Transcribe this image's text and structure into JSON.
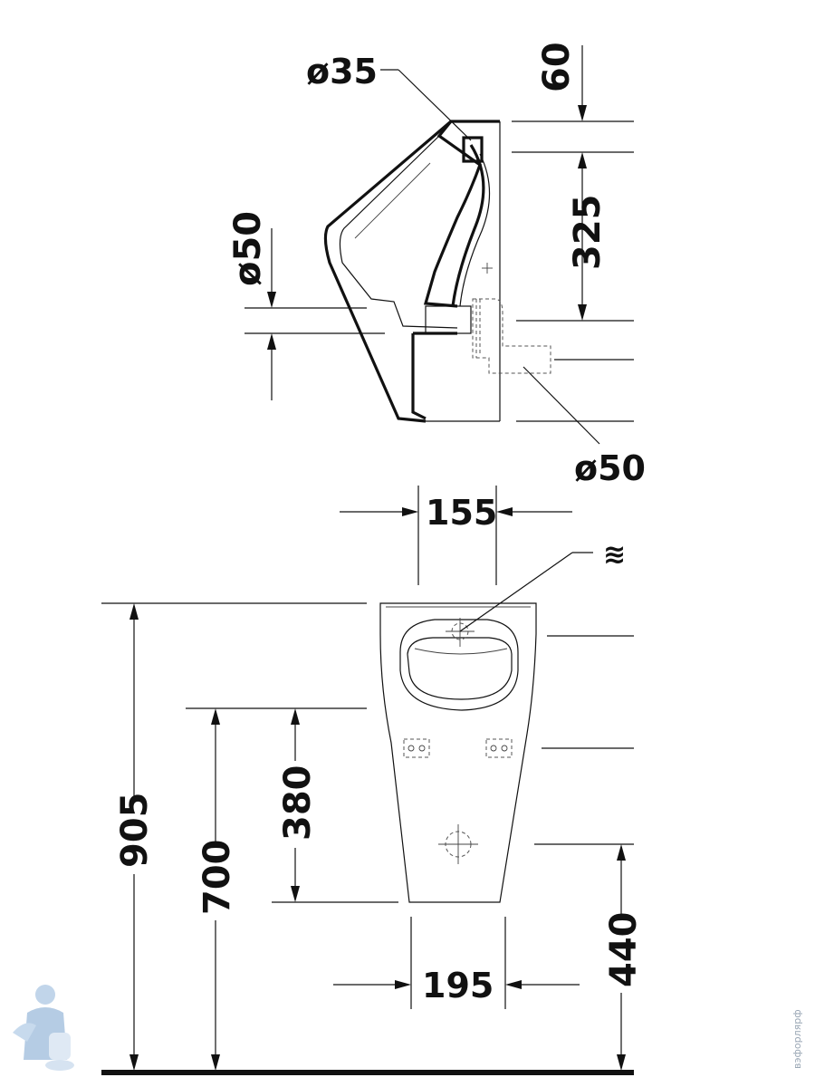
{
  "side_view": {
    "outlet_diameter": "ø35",
    "top_offset": "60",
    "inlet_height": "325",
    "inlet_diameter": "ø50",
    "drain_diameter": "ø50"
  },
  "front_view": {
    "inlet_width": "155",
    "base_width": "195",
    "total_height": "905",
    "mount_height": "700",
    "bracket_spacing": "380",
    "drain_height": "440",
    "water_symbol": "≋"
  },
  "watermark": {
    "site": "вэфорлярф"
  },
  "colors": {
    "line": "#111111",
    "watermark": "#9aa7b5"
  }
}
